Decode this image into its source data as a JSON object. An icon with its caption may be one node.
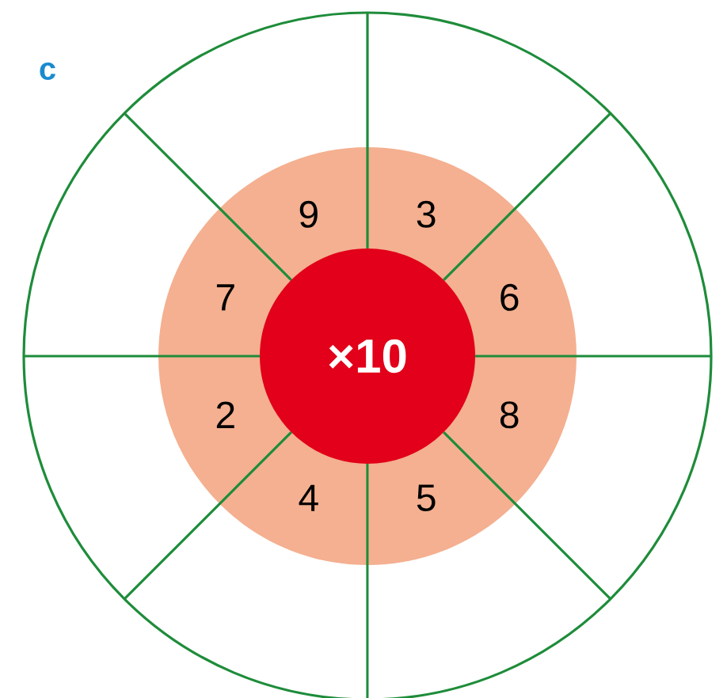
{
  "diagram": {
    "nodes": [
      {
        "text": [
          "×10"
        ]
      }
    ],
    "labels": [
      "c",
      "9",
      "3",
      "6",
      "8",
      "5",
      "4",
      "2",
      "7"
    ]
  }
}
